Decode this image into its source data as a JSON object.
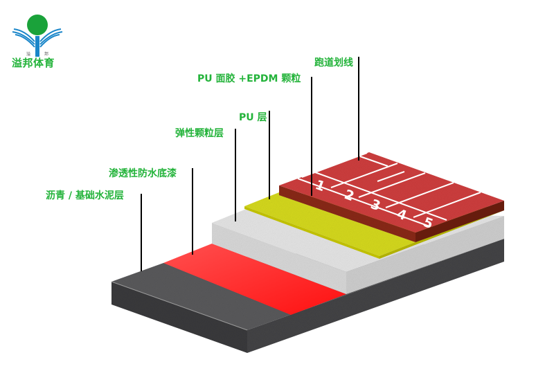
{
  "logo": {
    "title": "溢邦体育",
    "small_left": "溢",
    "small_right": "邦",
    "colors": {
      "circle": "#1aa23a",
      "waves": "#1a86c9",
      "text": "#23b33a"
    }
  },
  "layers": [
    {
      "id": "lines",
      "label": "跑道划线",
      "color": "#ffffff"
    },
    {
      "id": "pu_epdm",
      "label": "PU 面胶 +EPDM 颗粒",
      "color": "#cf3b3b"
    },
    {
      "id": "pu",
      "label": "PU 层",
      "color": "#d4d81e"
    },
    {
      "id": "elastic",
      "label": "弹性颗粒层",
      "color": "#e2e2e2"
    },
    {
      "id": "primer",
      "label": "渗透性防水底漆",
      "color": "#ff1e1e"
    },
    {
      "id": "base",
      "label": "沥青 / 基础水泥层",
      "color": "#4a4a4c"
    }
  ],
  "lanes": [
    "1",
    "2",
    "3",
    "4",
    "5"
  ],
  "label_color": "#23b33a",
  "leader_color": "#000000"
}
